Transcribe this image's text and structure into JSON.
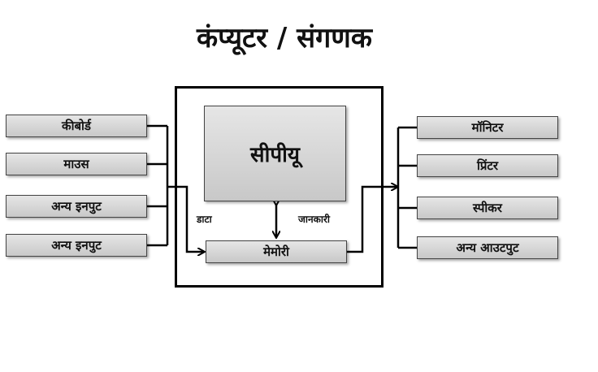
{
  "title": "कंप्यूटर / संगणक",
  "inputs": [
    "कीबोर्ड",
    "माउस",
    "अन्य इनपुट",
    "अन्य इनपुट"
  ],
  "outputs": [
    "मॉनिटर",
    "प्रिंटर",
    "स्पीकर",
    "अन्य आउटपुट"
  ],
  "cpu": "सीपीयू",
  "memory": "मेमोरी",
  "labels": {
    "data": "डाटा",
    "information": "जानकारी"
  }
}
